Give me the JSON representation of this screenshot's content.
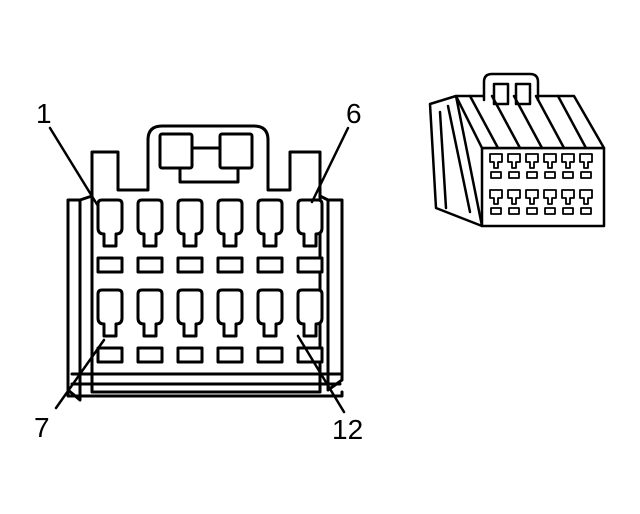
{
  "labels": {
    "pin_first_top": "1",
    "pin_last_top": "6",
    "pin_first_bottom": "7",
    "pin_last_bottom": "12"
  },
  "connector": {
    "rows": 2,
    "cavities_per_row": 6
  },
  "colors": {
    "stroke": "#000000",
    "fill": "#ffffff"
  }
}
